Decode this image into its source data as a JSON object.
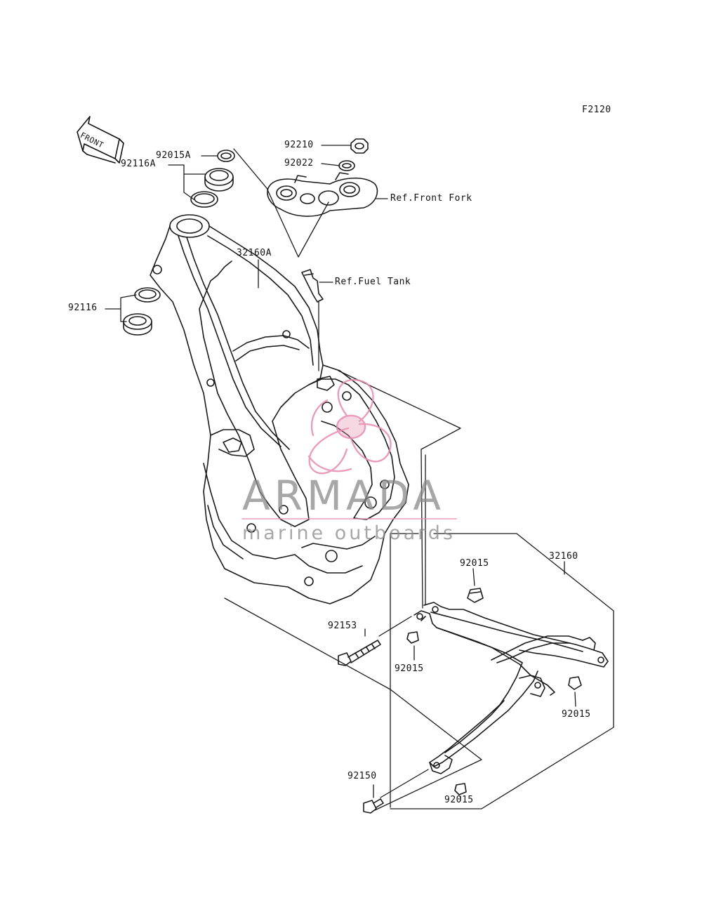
{
  "figure_code": "F2120",
  "front_arrow_label": "FRONT",
  "watermark": {
    "title": "ARMADA",
    "subtitle": "marine outboards",
    "accent_color": "#e68bb0",
    "text_color": "#8a8a8a"
  },
  "callouts": {
    "c92015A": "92015A",
    "c92116A": "92116A",
    "c92210": "92210",
    "c92022": "92022",
    "ref_front_fork": "Ref.Front Fork",
    "c32160A": "32160A",
    "ref_fuel_tank": "Ref.Fuel Tank",
    "c92116": "92116",
    "c92015_top": "92015",
    "c32160": "32160",
    "c92153": "92153",
    "c92015_mid": "92015",
    "c92015_right": "92015",
    "c92150": "92150",
    "c92015_bottom": "92015"
  }
}
